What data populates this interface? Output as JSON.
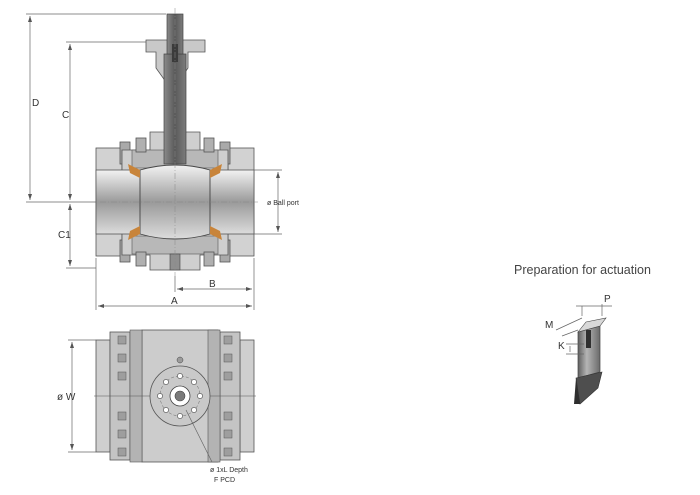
{
  "labels": {
    "D": "D",
    "C": "C",
    "C1": "C1",
    "B": "B",
    "A": "A",
    "ball_port": "ø Ball port",
    "W": "ø W",
    "hole_line1": "ø 1xL Depth",
    "hole_line2": "F PCD",
    "actuation_title": "Preparation for actuation",
    "P": "P",
    "M": "M",
    "K": "K"
  },
  "colors": {
    "body": "#d4d4d4",
    "body_dark": "#9b9b9b",
    "bore": "#bdbdbd",
    "stem": "#6e6e6e",
    "seat": "#c8843a",
    "line": "#555555"
  }
}
